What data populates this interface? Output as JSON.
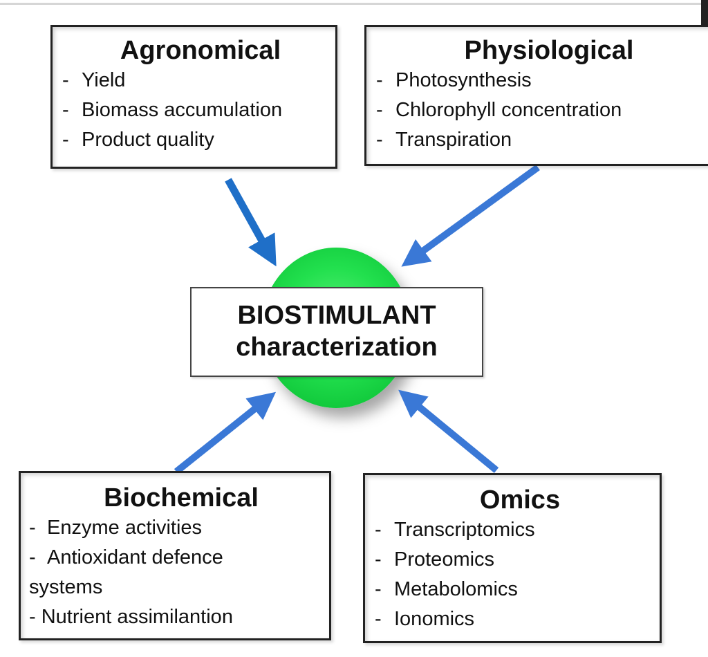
{
  "diagram": {
    "center": {
      "line1": "BIOSTIMULANT",
      "line2": "characterization"
    },
    "boxes": {
      "agronomical": {
        "title": "Agronomical",
        "items": [
          "Yield",
          "Biomass accumulation",
          "Product quality"
        ]
      },
      "physiological": {
        "title": "Physiological",
        "items": [
          "Photosynthesis",
          "Chlorophyll concentration",
          "Transpiration"
        ]
      },
      "biochemical": {
        "title": "Biochemical",
        "items": [
          "Enzyme activities",
          "Antioxidant defence",
          "systems",
          "- Nutrient assimilantion"
        ]
      },
      "omics": {
        "title": "Omics",
        "items": [
          "Transcriptomics",
          "Proteomics",
          "Metabolomics",
          "Ionomics"
        ]
      }
    },
    "bullet": "-",
    "colors": {
      "arrow": "#1f6fc8",
      "arrow_light": "#3a78d6",
      "blob": "#22e04e",
      "border": "#222222"
    }
  }
}
